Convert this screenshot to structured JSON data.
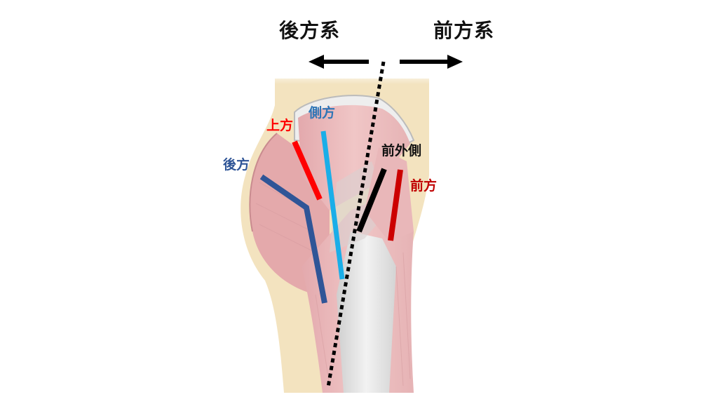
{
  "headings": {
    "posterior_system": "後方系",
    "anterior_system": "前方系"
  },
  "approach_labels": {
    "posterior": {
      "text": "後方",
      "color": "#2f5597"
    },
    "superior": {
      "text": "上方",
      "color": "#ff0000"
    },
    "lateral": {
      "text": "側方",
      "color": "#2e75b6"
    },
    "anterolateral": {
      "text": "前外側",
      "color": "#111111"
    },
    "anterior": {
      "text": "前方",
      "color": "#c00000"
    }
  },
  "colors": {
    "posterior_line": "#2f5597",
    "superior_line": "#ff0000",
    "lateral_line": "#1aaee8",
    "anterolateral_line": "#000000",
    "anterior_line": "#cc0000",
    "skin": "#f3e3bf",
    "muscle": "#e8b2b4",
    "tendon": "#dcdcdc"
  }
}
